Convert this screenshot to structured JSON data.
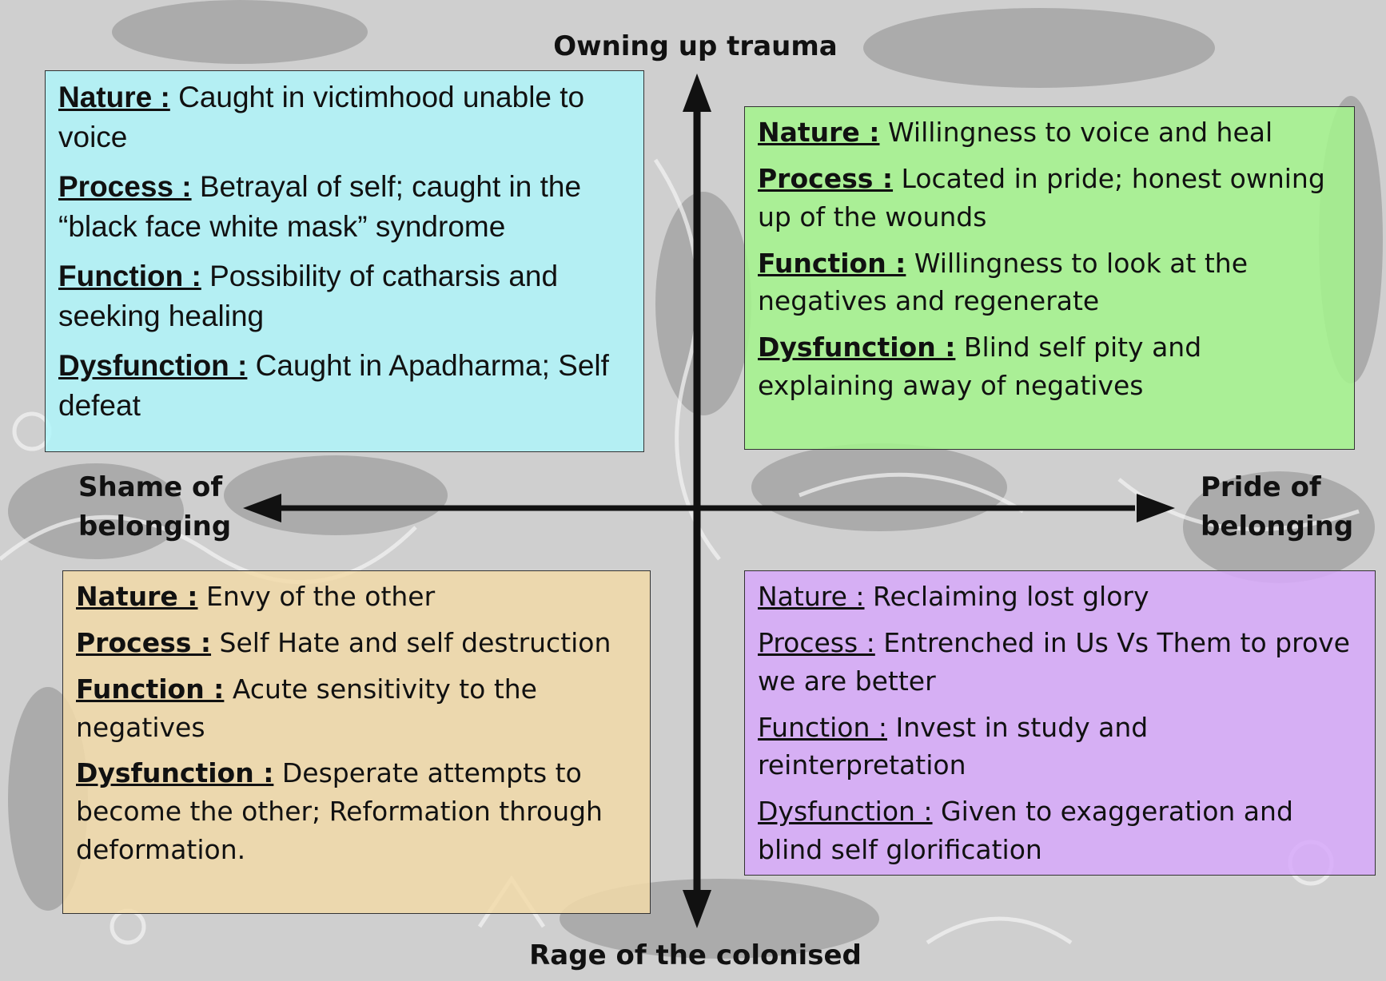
{
  "axes": {
    "top": "Owning up trauma",
    "bottom": "Rage of the colonised",
    "left": "Shame of belonging",
    "right": "Pride of belonging"
  },
  "quadrants": {
    "top_left": {
      "nature_key": "Nature :",
      "nature": "Caught in victimhood unable to voice",
      "process_key": "Process :",
      "process": "Betrayal of self; caught in the “black face white mask” syndrome",
      "function_key": "Function :",
      "function": "Possibility of catharsis and seeking healing",
      "dysfunction_key": "Dysfunction :",
      "dysfunction": "Caught in Apadharma; Self defeat"
    },
    "top_right": {
      "nature_key": "Nature :",
      "nature": "Willingness to voice and heal",
      "process_key": "Process :",
      "process": "Located in pride; honest owning up of the wounds",
      "function_key": "Function :",
      "function": "Willingness to look at the negatives and regenerate",
      "dysfunction_key": "Dysfunction :",
      "dysfunction": "Blind self pity and explaining away of negatives"
    },
    "bottom_left": {
      "nature_key": "Nature :",
      "nature": "Envy of the other",
      "process_key": "Process :",
      "process": "Self Hate and self destruction",
      "function_key": "Function :",
      "function": "Acute sensitivity to the negatives",
      "dysfunction_key": "Dysfunction :",
      "dysfunction": "Desperate attempts to become the other; Reformation through deformation."
    },
    "bottom_right": {
      "nature_key": "Nature :",
      "nature": "Reclaiming lost glory",
      "process_key": "Process :",
      "process": "Entrenched in Us Vs Them to prove we are better",
      "function_key": "Function :",
      "function": "Invest in study and reinterpretation",
      "dysfunction_key": "Dysfunction :",
      "dysfunction": "Given to exaggeration and blind self glorification"
    }
  },
  "colors": {
    "top_left": "#aff5fa",
    "top_right": "#a3f58c",
    "bottom_left": "#f2daa8",
    "bottom_right": "#d7aafa",
    "axis": "#111111"
  }
}
